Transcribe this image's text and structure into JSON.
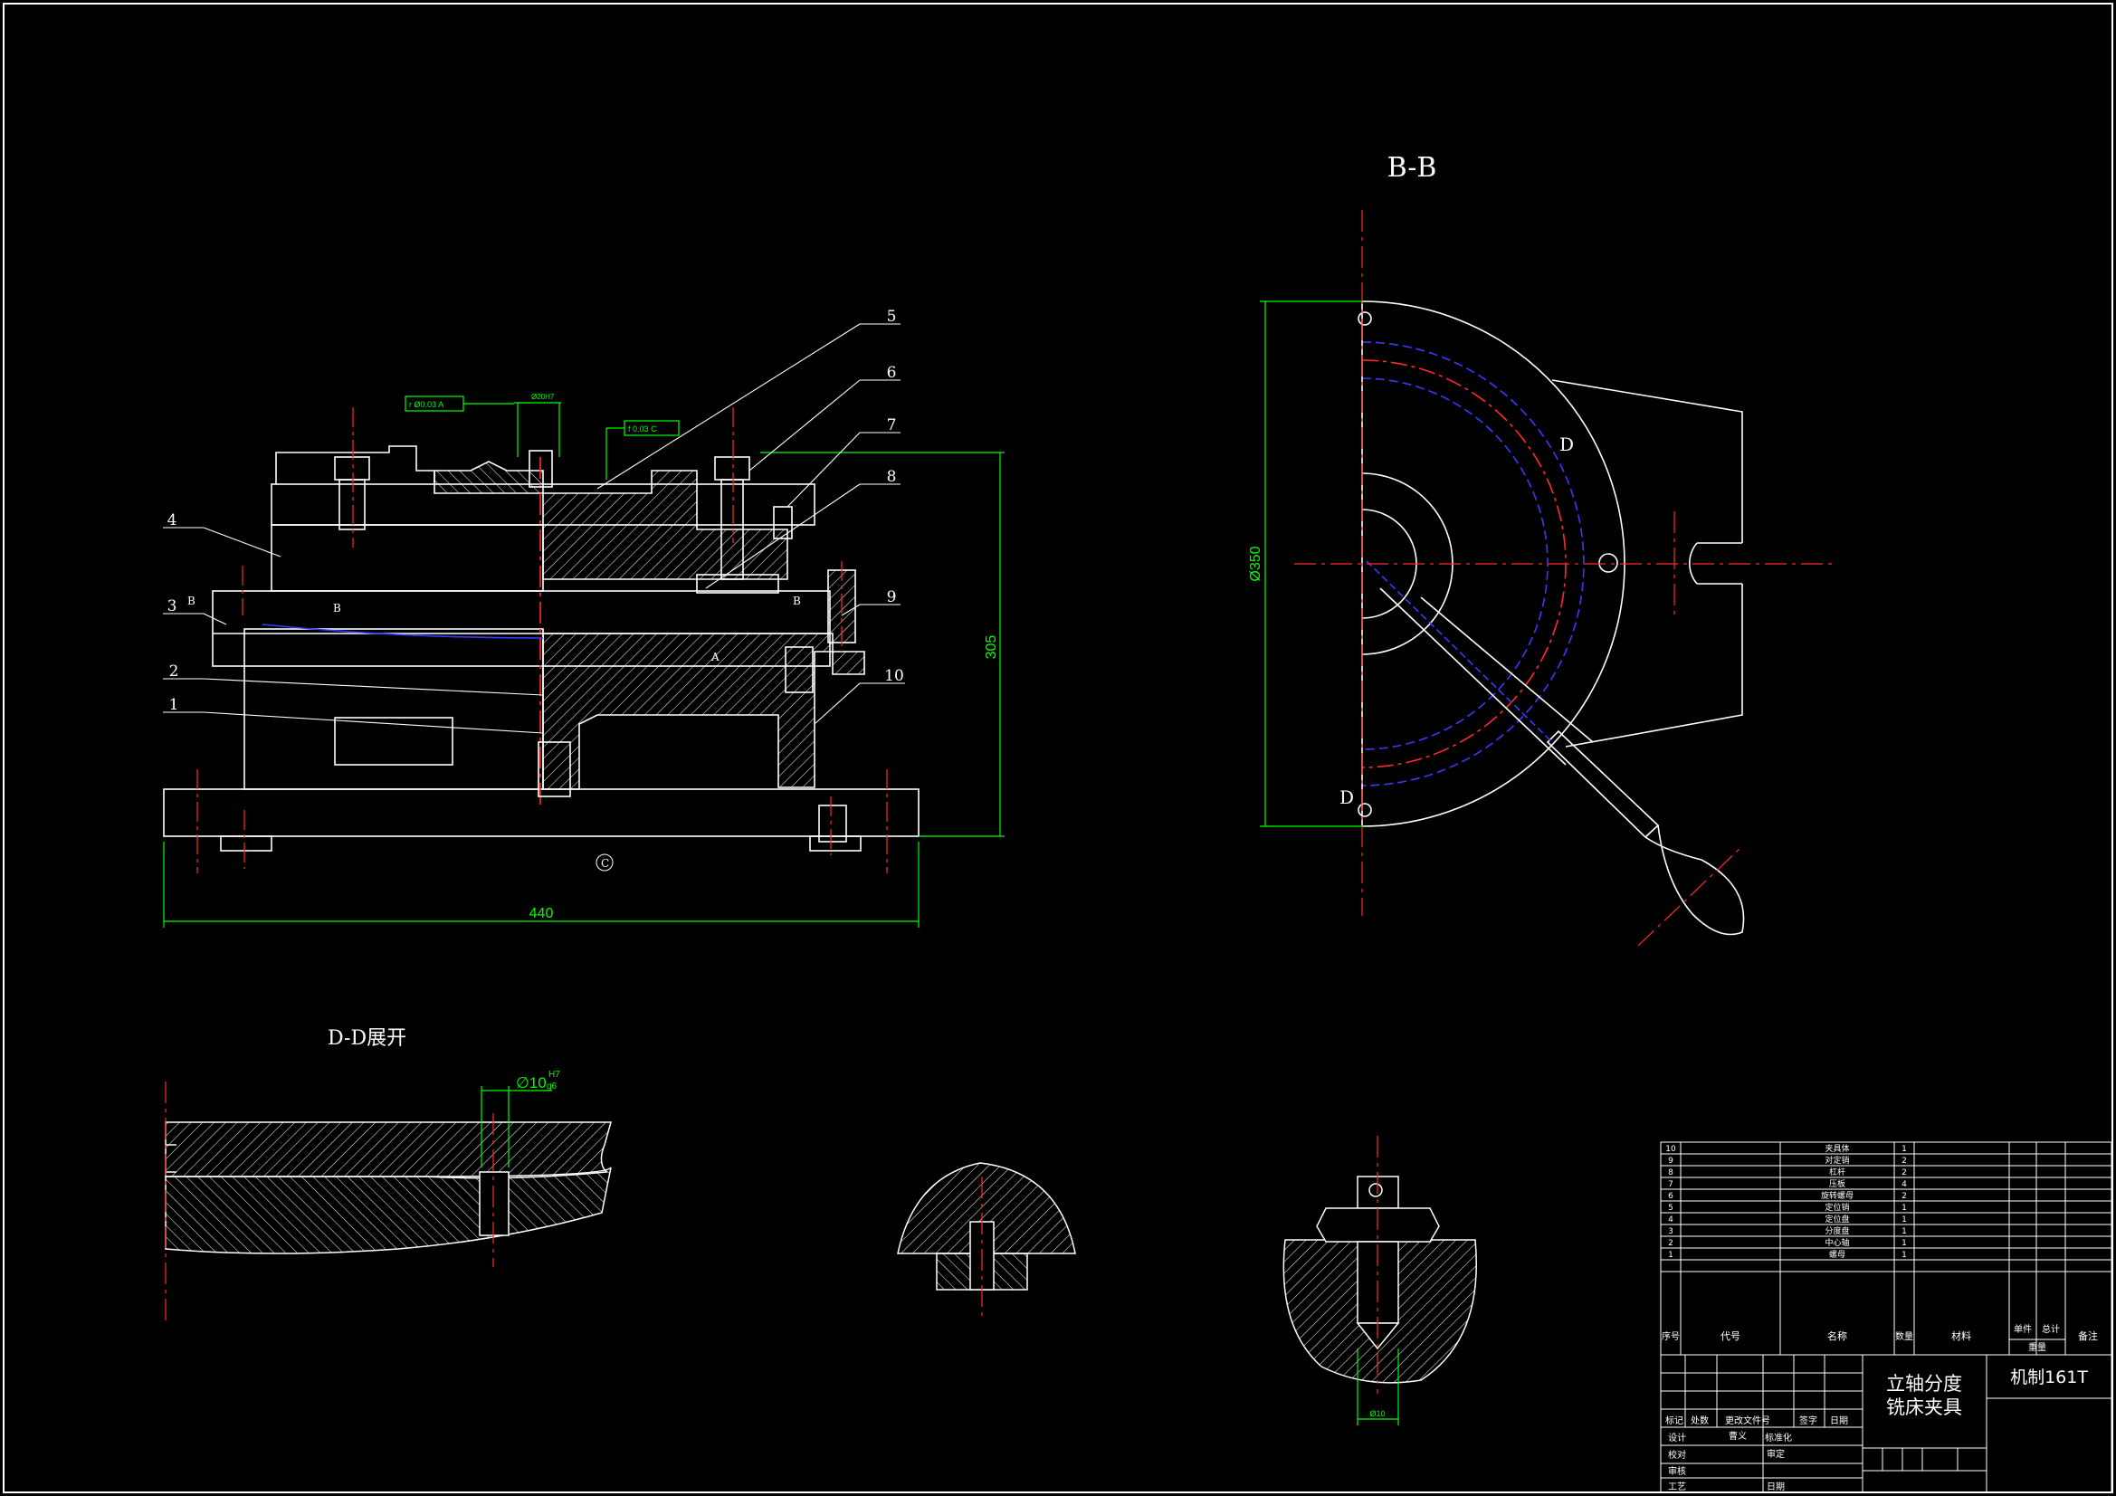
{
  "views": {
    "section_bb_title": "B-B",
    "unfold_dd_title": "D-D展开",
    "main_dims": {
      "width": "440",
      "height": "305"
    },
    "bb_dims": {
      "diameter": "Ø350"
    },
    "dd_fit": {
      "dia": "∅10",
      "upper": "H7",
      "lower": "g6"
    },
    "bb_markers": {
      "d_top": "D",
      "d_bottom": "D"
    },
    "main_markers": {
      "b_left": "B",
      "b_inner": "B",
      "b_right": "B",
      "a_datum": "A",
      "c_datum": "C"
    },
    "gdt": {
      "frame_left": [
        "r",
        "Ø0.03",
        "A"
      ],
      "frame_right": [
        "f",
        "0.03",
        "C"
      ],
      "top_dim": "Ø20H7"
    },
    "small_dim": "Ø10"
  },
  "balloons": [
    {
      "n": "5"
    },
    {
      "n": "6"
    },
    {
      "n": "7"
    },
    {
      "n": "8"
    },
    {
      "n": "9"
    },
    {
      "n": "10"
    },
    {
      "n": "4"
    },
    {
      "n": "3"
    },
    {
      "n": "2"
    },
    {
      "n": "1"
    }
  ],
  "parts_table": {
    "rows": [
      {
        "no": "10",
        "name": "夹具体",
        "qty": "1"
      },
      {
        "no": "9",
        "name": "对定销",
        "qty": "2"
      },
      {
        "no": "8",
        "name": "杠杆",
        "qty": "2"
      },
      {
        "no": "7",
        "name": "压板",
        "qty": "4"
      },
      {
        "no": "6",
        "name": "旋转螺母",
        "qty": "2"
      },
      {
        "no": "5",
        "name": "定位销",
        "qty": "1"
      },
      {
        "no": "4",
        "name": "定位盘",
        "qty": "1"
      },
      {
        "no": "3",
        "name": "分度盘",
        "qty": "1"
      },
      {
        "no": "2",
        "name": "中心轴",
        "qty": "1"
      },
      {
        "no": "1",
        "name": "螺母",
        "qty": "1"
      }
    ],
    "header": {
      "seq": "序号",
      "code": "代号",
      "name": "名称",
      "qty": "数量",
      "material": "材料",
      "unit": "单件",
      "total": "总计",
      "weight": "重量",
      "remark": "备注"
    }
  },
  "title_block": {
    "title_line1": "立轴分度",
    "title_line2": "铣床夹具",
    "drawing_no": "机制161T",
    "labels": {
      "mark": "标记",
      "count": "处数",
      "change_doc": "更改文件号",
      "sign": "签字",
      "date": "日期",
      "design": "设计",
      "designer": "曹义",
      "standard": "标准化",
      "check": "校对",
      "approve": "审定",
      "review": "审核",
      "process": "工艺",
      "date2": "日期"
    }
  },
  "colors": {
    "line": "#ffffff",
    "center": "#ff2a2a",
    "dim": "#00ff00",
    "hidden": "#3a3aff",
    "frame": "#ffffff"
  }
}
